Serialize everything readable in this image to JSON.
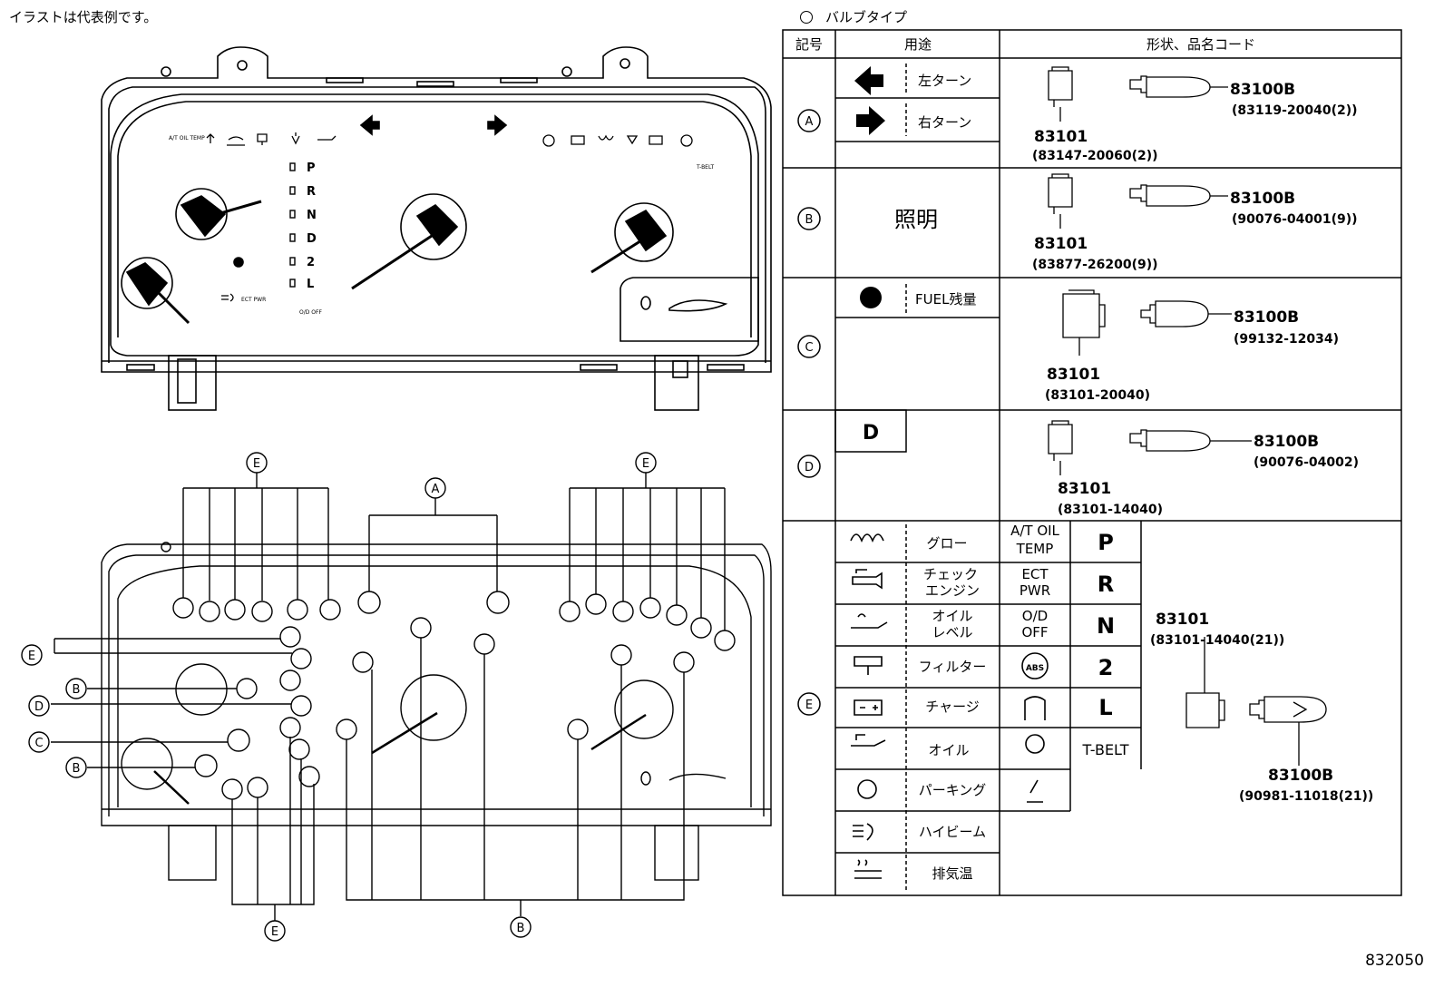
{
  "note": "イラストは代表例です。",
  "figure_number": "832050",
  "legend": {
    "marker": "○",
    "title": "バルブタイプ"
  },
  "table": {
    "headers": {
      "symbol": "記号",
      "use": "用途",
      "shape": "形状、品名コード"
    },
    "rows": {
      "A": {
        "uses": [
          "左ターン",
          "右ターン"
        ],
        "socket": "83101",
        "socket_code": "(83147-20060(2))",
        "bulb": "83100B",
        "bulb_code": "(83119-20040(2))"
      },
      "B": {
        "use": "照明",
        "socket": "83101",
        "socket_code": "(83877-26200(9))",
        "bulb": "83100B",
        "bulb_code": "(90076-04001(9))"
      },
      "C": {
        "use": "FUEL残量",
        "socket": "83101",
        "socket_code": "(83101-20040)",
        "bulb": "83100B",
        "bulb_code": "(99132-12034)"
      },
      "D": {
        "use": "D",
        "socket": "83101",
        "socket_code": "(83101-14040)",
        "bulb": "83100B",
        "bulb_code": "(90076-04002)"
      },
      "E": {
        "uses": [
          "グロー",
          "チェック",
          "エンジン",
          "オイル",
          "レベル",
          "フィルター",
          "チャージ",
          "オイル",
          "パーキング",
          "ハイビーム",
          "排気温"
        ],
        "mid": [
          "A/T OIL",
          "TEMP",
          "ECT",
          "PWR",
          "O/D",
          "OFF",
          "ABS"
        ],
        "letters": [
          "P",
          "R",
          "N",
          "2",
          "L",
          "T-BELT"
        ],
        "socket": "83101",
        "socket_code": "(83101-14040(21))",
        "bulb": "83100B",
        "bulb_code": "(90981-11018(21))"
      }
    }
  },
  "cluster_top": {
    "gear_letters": [
      "P",
      "R",
      "N",
      "D",
      "2",
      "L"
    ],
    "small_labels": [
      "A/T OIL TEMP",
      "ECT PWR",
      "O/D OFF",
      "T-BELT"
    ]
  },
  "callouts": [
    "A",
    "B",
    "C",
    "D",
    "E"
  ]
}
